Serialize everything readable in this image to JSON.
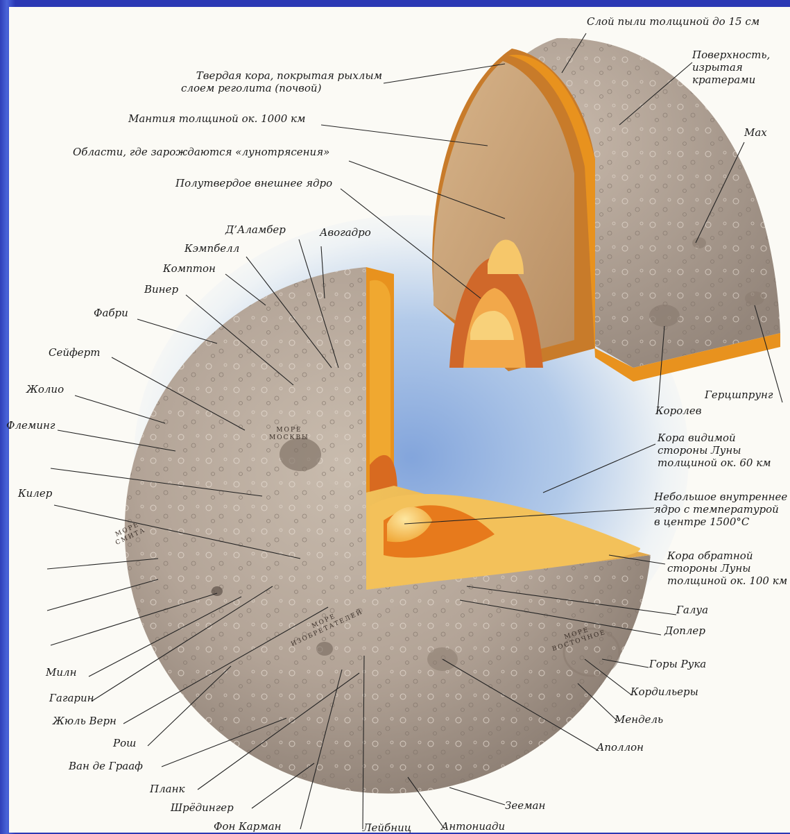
{
  "labels": {
    "dust": "Слой пыли толщиной до 15 см",
    "surface": "Поверхность, изрытая кратерами",
    "surface_l1": "Поверхность,",
    "surface_l2": "изрытая",
    "surface_l3": "кратерами",
    "crust_l1": "Твердая кора, покрытая рыхлым",
    "crust_l2": "слоем реголита (почвой)",
    "mantle": "Мантия толщиной ок. 1000 км",
    "quakes": "Области, где зарождаются «лунотрясения»",
    "outer_core": "Полутвердое внешнее ядро",
    "mach": "Мах",
    "korolev": "Королев",
    "hertz": "Герцшпрунг",
    "near_crust_l1": "Кора видимой",
    "near_crust_l2": "стороны Луны",
    "near_crust_l3": "толщиной ок. 60 км",
    "inner_core_l1": "Небольшое внутреннее",
    "inner_core_l2": "ядро с температурой",
    "inner_core_l3": "в центре 1500°C",
    "far_crust_l1": "Кора обратной",
    "far_crust_l2": "стороны Луны",
    "far_crust_l3": "толщиной ок. 100 км",
    "dalambert": "Д’Аламбер",
    "avogadro": "Авогадро",
    "campbell": "Кэмпбелл",
    "compton": "Комптон",
    "wiener": "Винер",
    "fabry": "Фабри",
    "seyfert": "Сейферт",
    "joliot": "Жолио",
    "fleming": "Флеминг",
    "keeler": "Килер",
    "milne": "Милн",
    "gagarin": "Гагарин",
    "verne": "Жюль Верн",
    "roche": "Рош",
    "vandegraaff": "Ван де Грааф",
    "planck": "Планк",
    "schrodinger": "Шрёдингер",
    "karman": "Фон Карман",
    "leibniz": "Лейбниц",
    "antoniadi": "Антониади",
    "zeeman": "Зееман",
    "apollo": "Аполлон",
    "mendel": "Мендель",
    "cordillera": "Кордильеры",
    "rook": "Горы Рука",
    "doppler": "Доплер",
    "galois": "Галуа"
  },
  "maria": {
    "moscow_l1": "МОРЕ",
    "moscow_l2": "МОСКВЫ",
    "smyth_l1": "МОРЕ",
    "smyth_l2": "СМИТА",
    "ingenii_l1": "МОРЕ",
    "ingenii_l2": "ИЗОБРЕТАТЕЛЕЙ",
    "orientale_l1": "МОРЕ",
    "orientale_l2": "ВОСТОЧНОЕ"
  },
  "colors": {
    "regolith": "#c9a47a",
    "crust_orange": "#e8921e",
    "core_yellow": "#f6c24a",
    "surface_grey": "#b5a79a",
    "glow_blue": "#7b9fd8"
  }
}
